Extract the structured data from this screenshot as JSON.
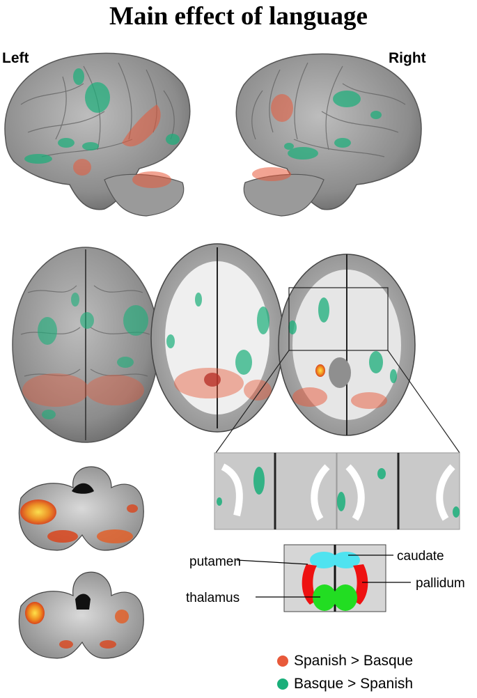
{
  "title": "Main effect of language",
  "labels": {
    "left": "Left",
    "right": "Right"
  },
  "structures": {
    "putamen": "putamen",
    "thalamus": "thalamus",
    "caudate": "caudate",
    "pallidum": "pallidum"
  },
  "legend": [
    {
      "label": "Spanish > Basque",
      "color": "#e8593a"
    },
    {
      "label": "Basque > Spanish",
      "color": "#1aaf7a"
    }
  ],
  "colors": {
    "spanish_gt_basque": "#e8593a",
    "basque_gt_spanish": "#1aaf7a",
    "caudate": "#4fe3f0",
    "putamen": "#ee1111",
    "thalamus": "#22dd22"
  }
}
